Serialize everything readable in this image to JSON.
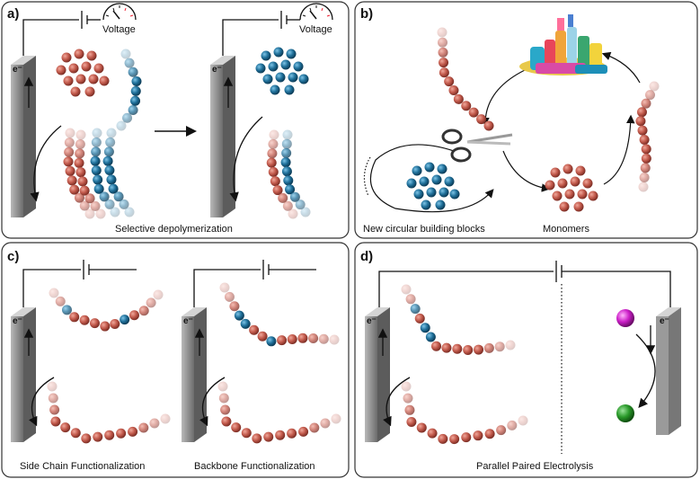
{
  "panels": {
    "a": {
      "label": "a)",
      "voltage_label_1": "Voltage",
      "voltage_label_2": "Voltage",
      "electron_1": "e⁻",
      "electron_2": "e⁻",
      "caption": "Selective depolymerization"
    },
    "b": {
      "label": "b)",
      "caption_left": "New circular building blocks",
      "caption_right": "Monomers"
    },
    "c": {
      "label": "c)",
      "electron_1": "e⁻",
      "electron_2": "e⁻",
      "caption_left": "Side Chain Functionalization",
      "caption_right": "Backbone Functionalization"
    },
    "d": {
      "label": "d)",
      "electron_1": "e⁻",
      "electron_2": "e⁻",
      "caption": "Parallel Paired Electrolysis"
    }
  },
  "colors": {
    "red_bead": "#c25a4c",
    "blue_bead": "#1f6f99",
    "electrode": "#7a7a7a",
    "magenta": "#cc1fc8",
    "green": "#2a9a2a",
    "frame": "#333333"
  }
}
